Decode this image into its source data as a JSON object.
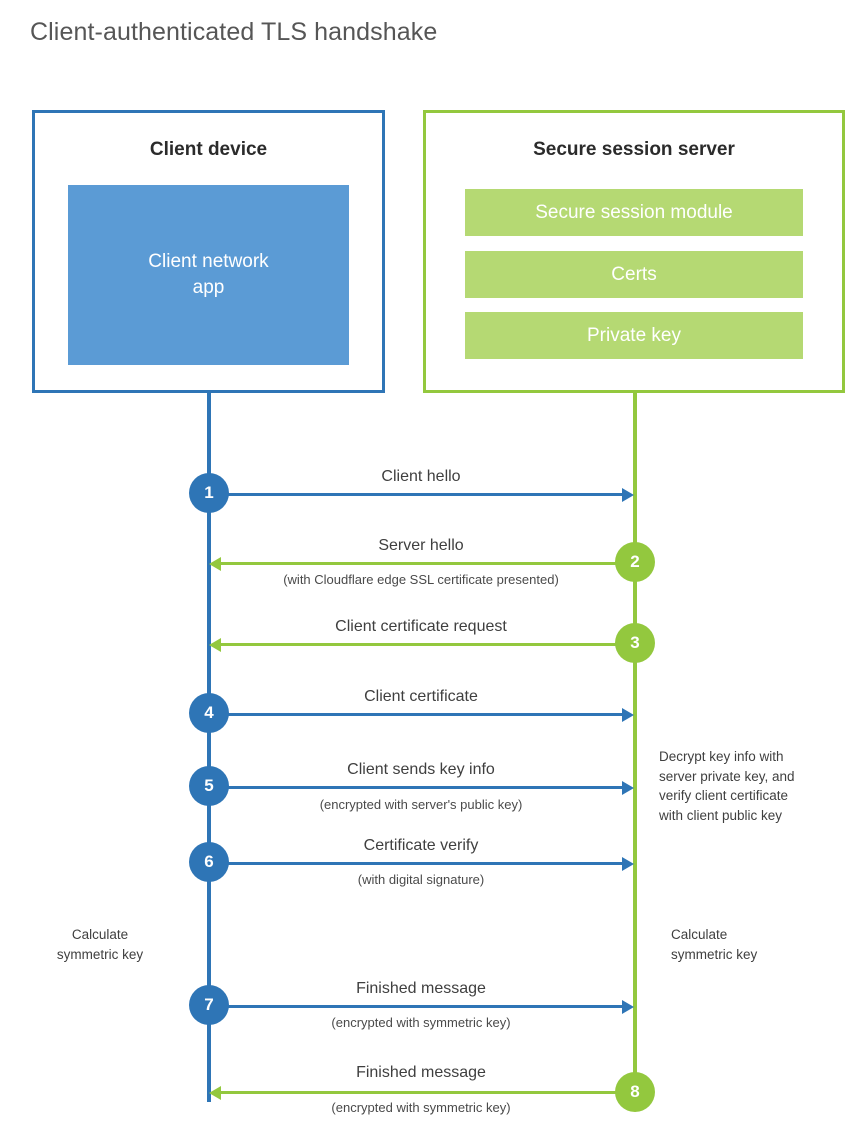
{
  "title": "Client-authenticated TLS handshake",
  "colors": {
    "blue_border": "#2E75B6",
    "blue_fill": "#5B9BD5",
    "green_border": "#93C83E",
    "green_fill": "#B5D973",
    "text": "#3f3f3f"
  },
  "parties": {
    "client": {
      "title": "Client device",
      "app_label": "Client network\napp",
      "app_line1": "Client network",
      "app_line2": "app"
    },
    "server": {
      "title": "Secure session server",
      "components": [
        {
          "label": "Secure session module"
        },
        {
          "label": "Certs"
        },
        {
          "label": "Private key"
        }
      ]
    }
  },
  "steps": [
    {
      "num": "1",
      "label": "Client hello",
      "sub": "",
      "direction": "right",
      "color": "blue"
    },
    {
      "num": "2",
      "label": "Server hello",
      "sub": "(with Cloudflare edge SSL certificate presented)",
      "direction": "left",
      "color": "green"
    },
    {
      "num": "3",
      "label": "Client certificate request",
      "sub": "",
      "direction": "left",
      "color": "green"
    },
    {
      "num": "4",
      "label": "Client certificate",
      "sub": "",
      "direction": "right",
      "color": "blue"
    },
    {
      "num": "5",
      "label": "Client sends key info",
      "sub": "(encrypted with server's public key)",
      "direction": "right",
      "color": "blue"
    },
    {
      "num": "6",
      "label": "Certificate verify",
      "sub": "(with digital signature)",
      "direction": "right",
      "color": "blue"
    },
    {
      "num": "7",
      "label": "Finished message",
      "sub": "(encrypted with symmetric key)",
      "direction": "right",
      "color": "blue"
    },
    {
      "num": "8",
      "label": "Finished message",
      "sub": "(encrypted with symmetric key)",
      "direction": "left",
      "color": "green"
    }
  ],
  "notes": {
    "server_decrypt": "Decrypt key info with\nserver private key, and\nverify client certificate\nwith client public key",
    "server_decrypt_lines": [
      "Decrypt key info with",
      "server private key, and",
      "verify client certificate",
      "with client public key"
    ],
    "client_calc_lines": [
      "Calculate",
      "symmetric key"
    ],
    "server_calc_lines": [
      "Calculate",
      "symmetric key"
    ]
  }
}
